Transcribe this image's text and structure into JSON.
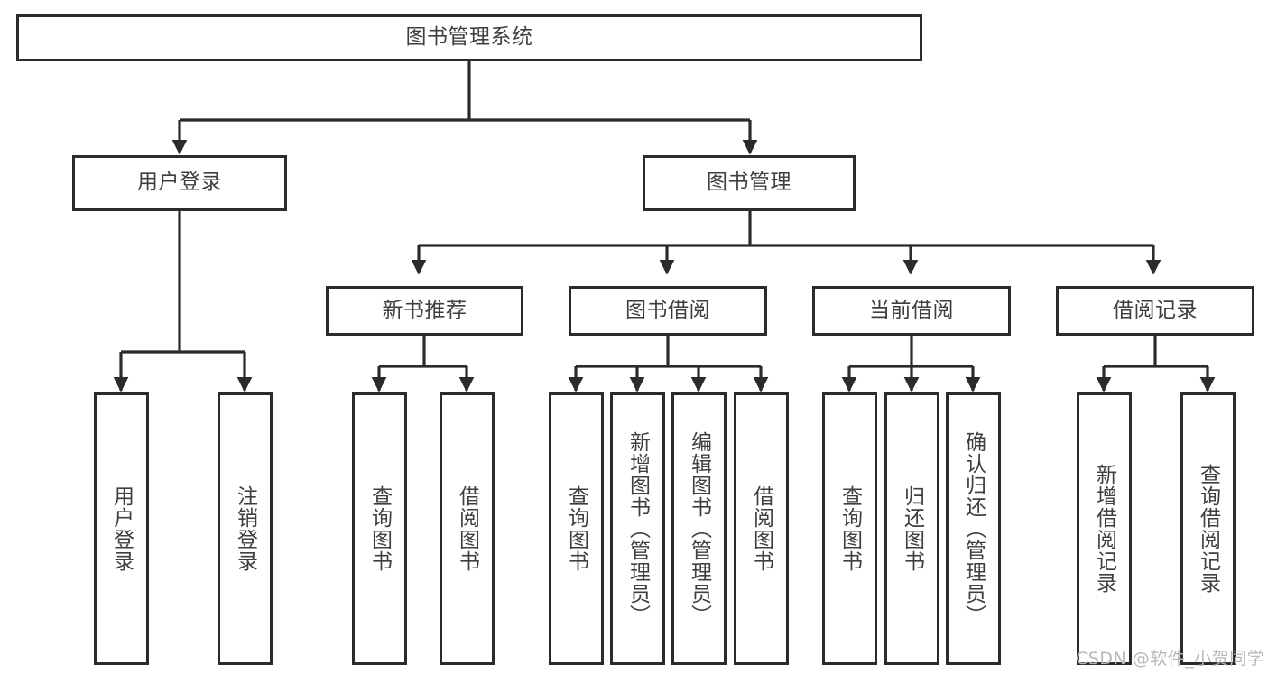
{
  "diagram": {
    "title": "图书管理系统",
    "type": "tree-hierarchy-chart",
    "root": {
      "label": "图书管理系统"
    },
    "level1": [
      {
        "label": "用户登录"
      },
      {
        "label": "图书管理"
      }
    ],
    "level2": [
      {
        "label": "新书推荐"
      },
      {
        "label": "图书借阅"
      },
      {
        "label": "当前借阅"
      },
      {
        "label": "借阅记录"
      }
    ],
    "leaves": {
      "user_login": [
        {
          "label": "用户登录"
        },
        {
          "label": "注销登录"
        }
      ],
      "new_book_recommend": [
        {
          "label": "查询图书"
        },
        {
          "label": "借阅图书"
        }
      ],
      "book_borrow": [
        {
          "label": "查询图书"
        },
        {
          "label": "新增图书（管理员）"
        },
        {
          "label": "编辑图书（管理员）"
        },
        {
          "label": "借阅图书"
        }
      ],
      "current_borrow": [
        {
          "label": "查询图书"
        },
        {
          "label": "归还图书"
        },
        {
          "label": "确认归还（管理员）"
        }
      ],
      "borrow_record": [
        {
          "label": "新增借阅记录"
        },
        {
          "label": "查询借阅记录"
        }
      ]
    }
  },
  "watermark": {
    "text": "CSDN @软件_小贺同学"
  },
  "colors": {
    "border": "#2b2b2b",
    "text": "#3f3f3f",
    "background": "#ffffff",
    "watermark": "#b9b9b9"
  }
}
